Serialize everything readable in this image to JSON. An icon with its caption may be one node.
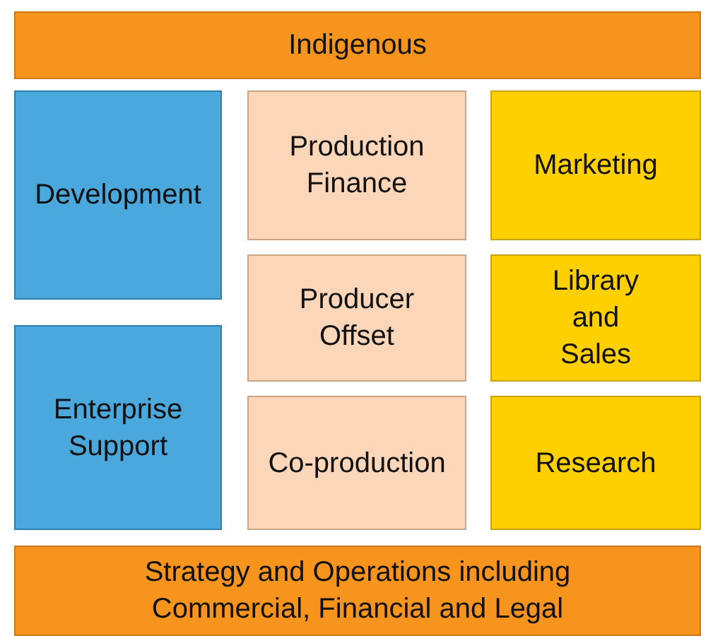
{
  "diagram": {
    "nodes": [
      {
        "text": [
          "Indigenous"
        ]
      },
      {
        "text": [
          "Development"
        ]
      },
      {
        "text": [
          "Production Finance"
        ]
      },
      {
        "text": [
          "Marketing"
        ]
      },
      {
        "text": [
          "Producer Offset"
        ]
      },
      {
        "text": [
          "Library and Sales"
        ]
      },
      {
        "text": [
          "Enterprise Support"
        ]
      },
      {
        "text": [
          "Co-production"
        ]
      },
      {
        "text": [
          "Research"
        ]
      },
      {
        "text": [
          "Strategy and  Operations including Commercial, Financial and Legal"
        ]
      }
    ]
  }
}
